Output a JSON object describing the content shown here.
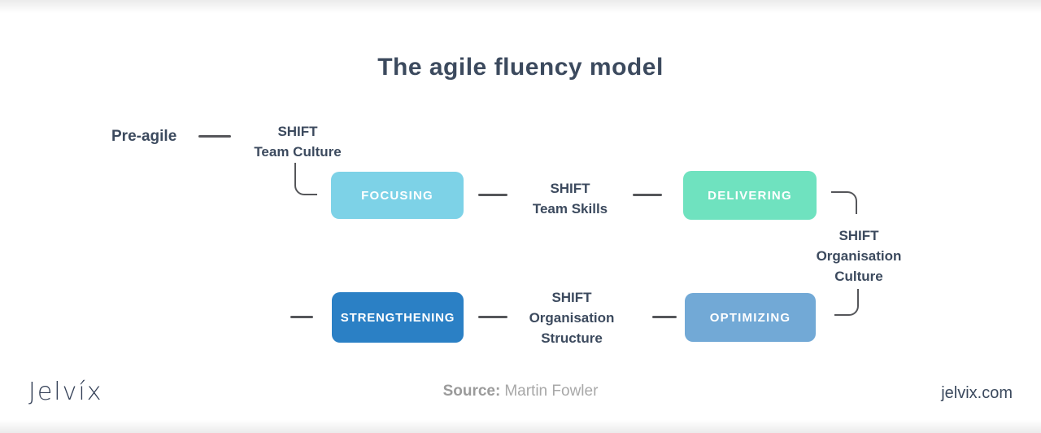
{
  "title": "The agile fluency model",
  "diagram": {
    "pre_stage_label": "Pre-agile",
    "stages": {
      "focusing": {
        "label": "FOCUSING",
        "color": "#7DD2E7"
      },
      "delivering": {
        "label": "DELIVERING",
        "color": "#6FE2BF"
      },
      "strengthening": {
        "label": "STRENGTHENING",
        "color": "#2B80C5"
      },
      "optimizing": {
        "label": "OPTIMIZING",
        "color": "#72A9D6"
      }
    },
    "shifts": {
      "team_culture": {
        "line1": "SHIFT",
        "line2": "Team Culture"
      },
      "team_skills": {
        "line1": "SHIFT",
        "line2": "Team Skills"
      },
      "organisation_culture": {
        "line1": "SHIFT",
        "line2": "Organisation",
        "line3": "Culture"
      },
      "organisation_structure": {
        "line1": "SHIFT",
        "line2": "Organisation",
        "line3": "Structure"
      }
    }
  },
  "footer": {
    "logo": "Jelvíx",
    "source_label": "Source:",
    "source_value": "Martin Fowler",
    "website": "jelvix.com"
  },
  "colors": {
    "text_dark": "#3C4A5E",
    "line_gray": "#55565A",
    "source_label_gray": "#9B9B9B",
    "source_value_gray": "#A8A8A8",
    "logo_navy": "#333F56"
  }
}
